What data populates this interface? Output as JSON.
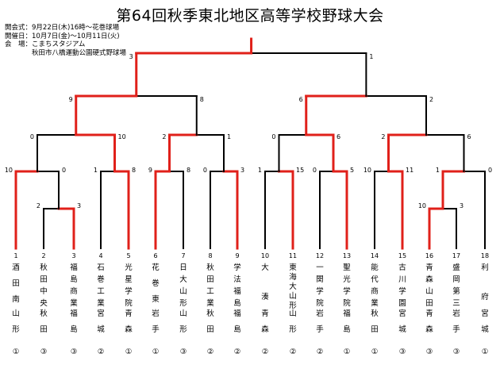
{
  "title": "第64回秋季東北地区高等学校野球大会",
  "info": [
    "開会式：9月22日(木)16時～花巻球場",
    "開催日：10月7日(金)～10月11日(火)",
    "会　場：こまちスタジアム",
    "　　　　秋田市八橋運動公園硬式野球場"
  ],
  "teams": [
    {
      "no": "1",
      "school": "酒田南",
      "pref": "山形",
      "seed": "①"
    },
    {
      "no": "2",
      "school": "秋田中央",
      "pref": "秋田",
      "seed": "③"
    },
    {
      "no": "3",
      "school": "福島商業",
      "pref": "福島",
      "seed": "③"
    },
    {
      "no": "4",
      "school": "石巻工業",
      "pref": "宮城",
      "seed": "②"
    },
    {
      "no": "5",
      "school": "光星学院",
      "pref": "青森",
      "seed": "①"
    },
    {
      "no": "6",
      "school": "花巻東",
      "pref": "岩手",
      "seed": "①"
    },
    {
      "no": "7",
      "school": "日大山形",
      "pref": "山形",
      "seed": "③"
    },
    {
      "no": "8",
      "school": "秋田工業",
      "pref": "秋田",
      "seed": "②"
    },
    {
      "no": "9",
      "school": "学法福島",
      "pref": "福島",
      "seed": "②"
    },
    {
      "no": "10",
      "school": "大湊",
      "pref": "青森",
      "seed": "②"
    },
    {
      "no": "11",
      "school": "東海大山形",
      "pref": "山形",
      "seed": "②"
    },
    {
      "no": "12",
      "school": "一関学院",
      "pref": "岩手",
      "seed": "②"
    },
    {
      "no": "13",
      "school": "聖光学院",
      "pref": "福島",
      "seed": "①"
    },
    {
      "no": "14",
      "school": "能代商業",
      "pref": "秋田",
      "seed": "①"
    },
    {
      "no": "15",
      "school": "古川学園",
      "pref": "宮城",
      "seed": "③"
    },
    {
      "no": "16",
      "school": "青森山田",
      "pref": "青森",
      "seed": "③"
    },
    {
      "no": "17",
      "school": "盛岡第三",
      "pref": "岩手",
      "seed": "③"
    },
    {
      "no": "18",
      "school": "利府",
      "pref": "宮城",
      "seed": "①"
    }
  ],
  "scores": {
    "r0_left": "2",
    "r0_right": "3",
    "r1_m1_left": "10",
    "r1_m1_right": "0",
    "r1_m2_left": "1",
    "r1_m2_right": "8",
    "r1_m3_left": "9",
    "r1_m3_right": "8",
    "r1_m4_left": "0",
    "r1_m4_right": "3",
    "r1_m5_left": "1",
    "r1_m5_right": "15",
    "r1_m6_left": "0",
    "r1_m6_right": "5",
    "r1_m7_left": "10",
    "r1_m7_right": "11",
    "r1_m8_left": "10",
    "r1_m8_right": "3",
    "r1_m9_left": "1",
    "r1_m9_right": "0",
    "r2_m1_left": "0",
    "r2_m1_right": "10",
    "r2_m2_left": "2",
    "r2_m2_right": "1",
    "r2_m3_left": "0",
    "r2_m3_right": "6",
    "r2_m4_left": "2",
    "r2_m4_right": "6",
    "sf1_left": "9",
    "sf1_right": "8",
    "sf2_left": "6",
    "sf2_right": "2",
    "final_left": "3",
    "final_right": "1"
  },
  "colors": {
    "winner_path": "#e0201a",
    "line": "#000000",
    "text": "#000000"
  }
}
